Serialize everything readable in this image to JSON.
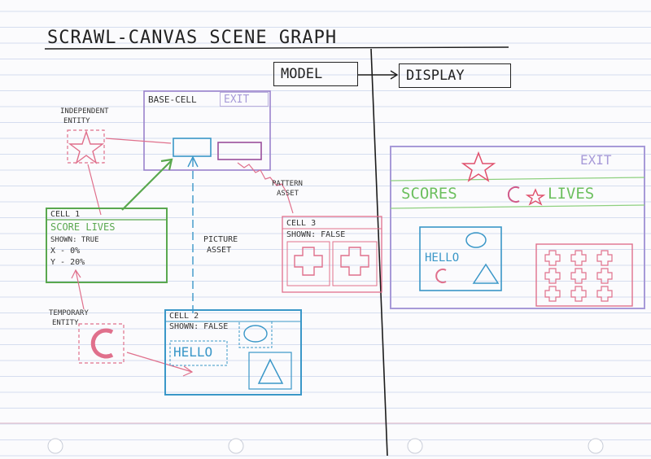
{
  "title": "SCRAWL-CANVAS SCENE GRAPH",
  "header": {
    "model_label": "MODEL",
    "display_label": "DISPLAY"
  },
  "base_cell": {
    "label": "BASE-CELL",
    "badge": "EXIT"
  },
  "independent_entity": {
    "label_line1": "INDEPENDENT",
    "label_line2": "ENTITY"
  },
  "temporary_entity": {
    "label_line1": "TEMPORARY",
    "label_line2": "ENTITY"
  },
  "cell1": {
    "name": "CELL 1",
    "banner": "SCORE LIVES",
    "shown": "SHOWN: TRUE",
    "x": "X - 0%",
    "y": "Y - 20%"
  },
  "cell2": {
    "name": "CELL 2",
    "shown": "SHOWN: FALSE",
    "hello": "HELLO"
  },
  "cell3": {
    "name": "CELL 3",
    "shown": "SHOWN: FALSE"
  },
  "picture_asset": {
    "line1": "PICTURE",
    "line2": "ASSET"
  },
  "pattern_asset": {
    "line1": "PATTERN",
    "line2": "ASSET"
  },
  "display": {
    "exit": "EXIT",
    "scores": "SCORES",
    "lives": "LIVES",
    "hello": "HELLO"
  },
  "colors": {
    "ink": "#222222",
    "purple": "#9a82cc",
    "pink": "#e0708c",
    "green": "#5aa84f",
    "blue": "#3a97c8",
    "ruled": "#c8d3ea",
    "margin": "#d8a0b4"
  }
}
